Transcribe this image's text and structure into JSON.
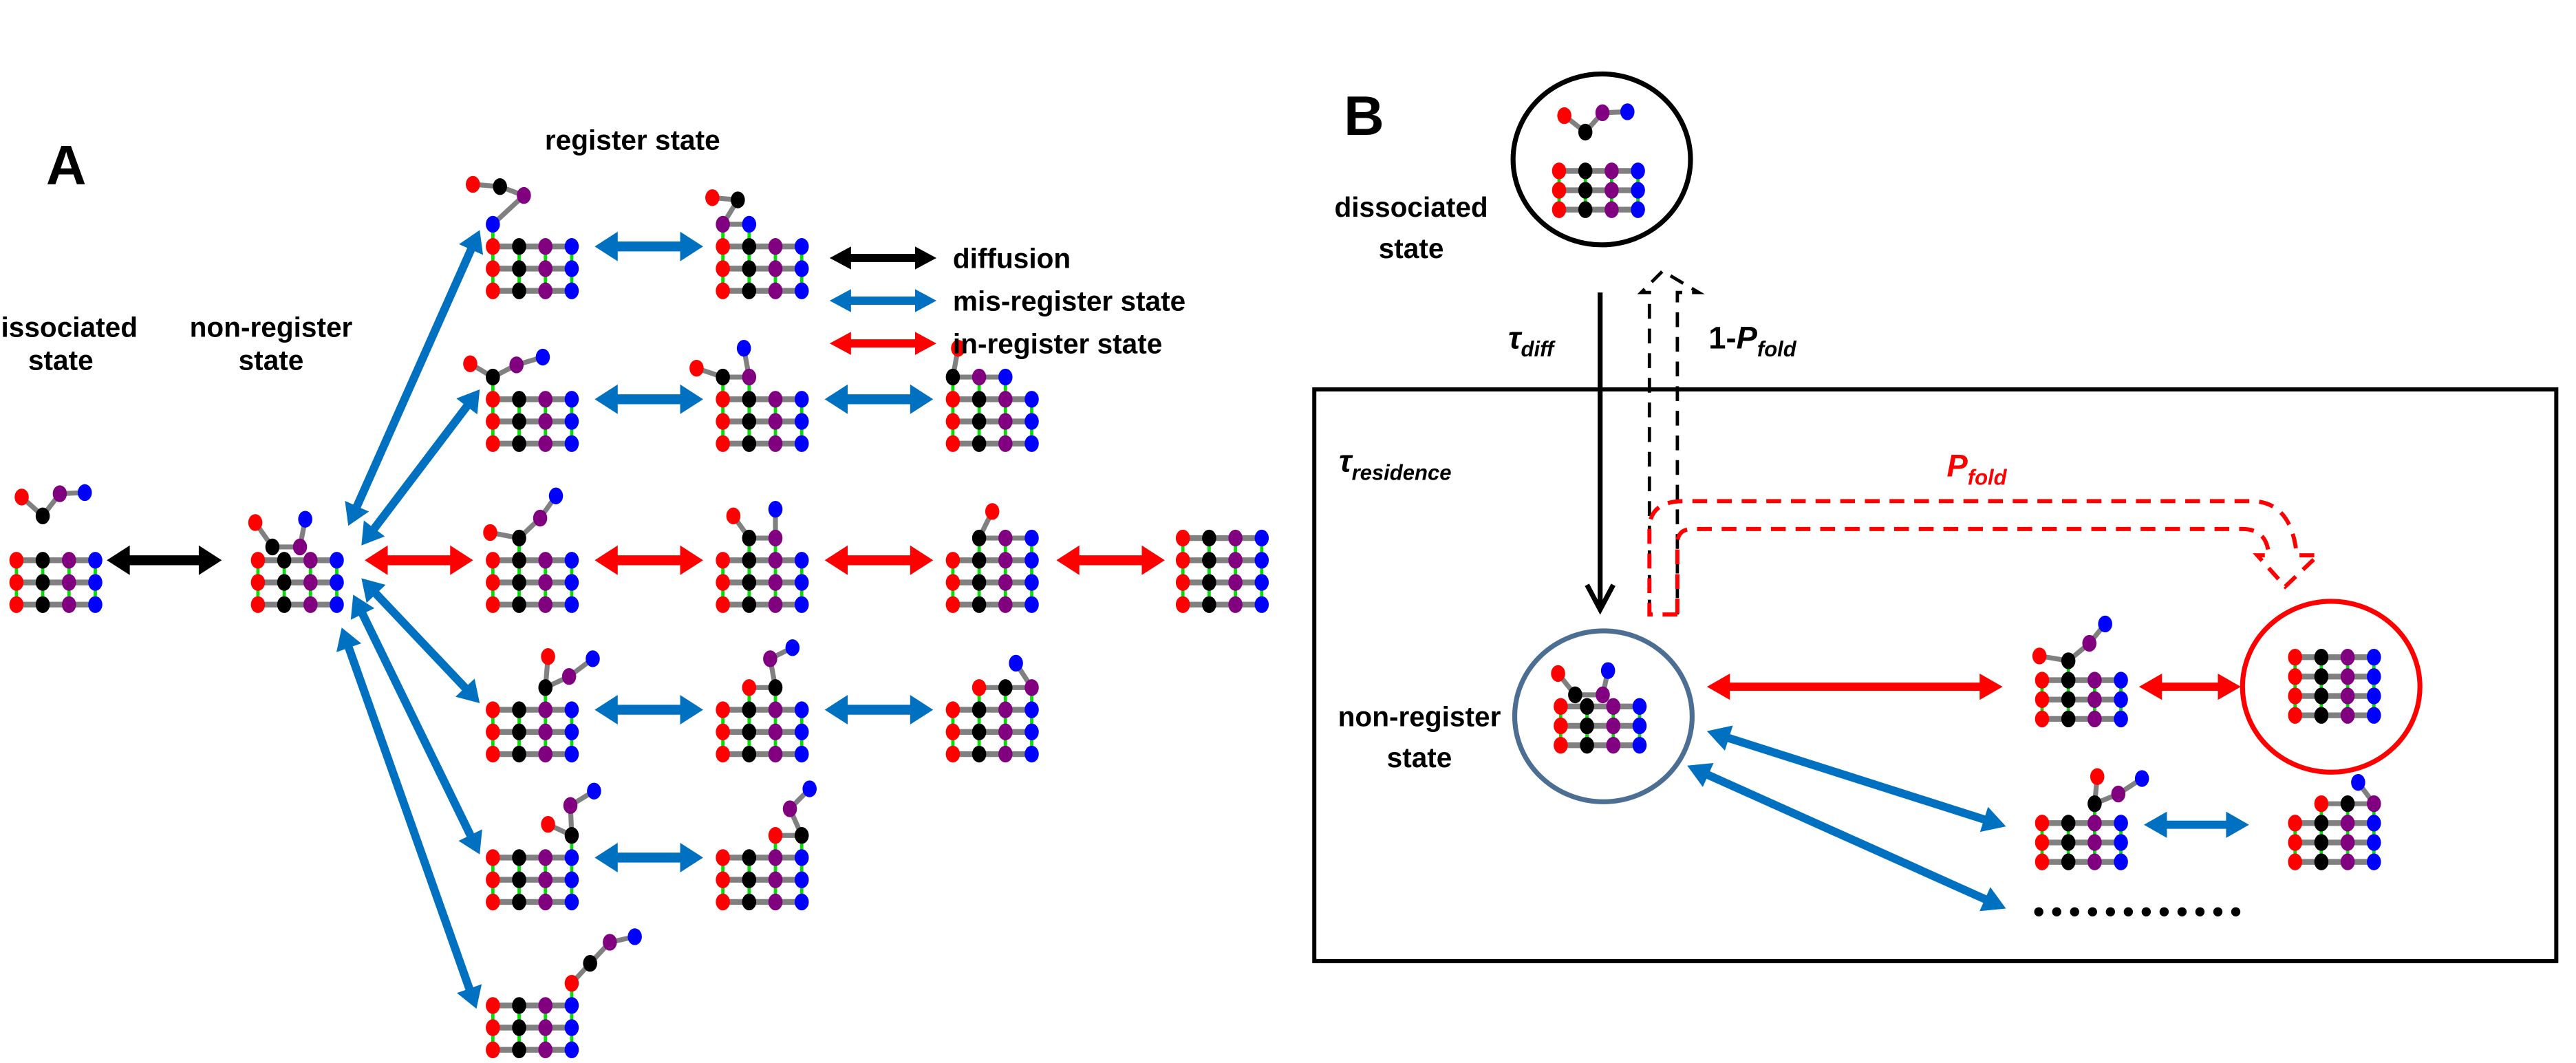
{
  "panel_a": {
    "label": "A",
    "legend": [
      {
        "label": "diffusion",
        "color": "#000000"
      },
      {
        "label": "mis-register state",
        "color": "#0070c0"
      },
      {
        "label": "in-register state",
        "color": "#ff0000"
      }
    ],
    "register_state_label": "register state",
    "dissociated_label": [
      "dissociated",
      "state"
    ],
    "non_register_label": [
      "non-register",
      "state"
    ]
  },
  "panel_b": {
    "label": "B",
    "dissociated_label": [
      "dissociated",
      "state"
    ],
    "non_register_label": [
      "non-register",
      "state"
    ],
    "tau_diff": {
      "symbol": "τ",
      "sub": "diff"
    },
    "one_minus_pfold": {
      "prefix": "1-",
      "symbol": "P",
      "sub": "fold"
    },
    "tau_residence": {
      "symbol": "τ",
      "sub": "residence"
    },
    "pfold": {
      "symbol": "P",
      "sub": "fold"
    }
  },
  "colors": {
    "diffusion": "#000000",
    "mis_register": "#0070c0",
    "in_register": "#ff0000",
    "non_register_circle": "#4b6e92",
    "bead_red": "#ff0000",
    "bead_black": "#000000",
    "bead_purple": "#800080",
    "bead_blue": "#0000ff",
    "backbone": "#808080",
    "hbond": "#00e000"
  }
}
